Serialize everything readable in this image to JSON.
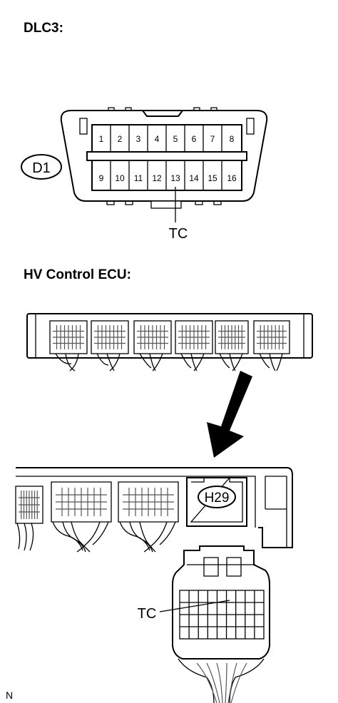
{
  "sections": {
    "dlc3_heading": "DLC3:",
    "ecu_heading": "HV Control ECU:"
  },
  "dlc3": {
    "connector_code": "D1",
    "top_pins": [
      "1",
      "2",
      "3",
      "4",
      "5",
      "6",
      "7",
      "8"
    ],
    "bottom_pins": [
      "9",
      "10",
      "11",
      "12",
      "13",
      "14",
      "15",
      "16"
    ],
    "terminal_label": "TC"
  },
  "ecu": {
    "connector_code": "H29",
    "terminal_label": "TC"
  },
  "figure_mark": "N"
}
